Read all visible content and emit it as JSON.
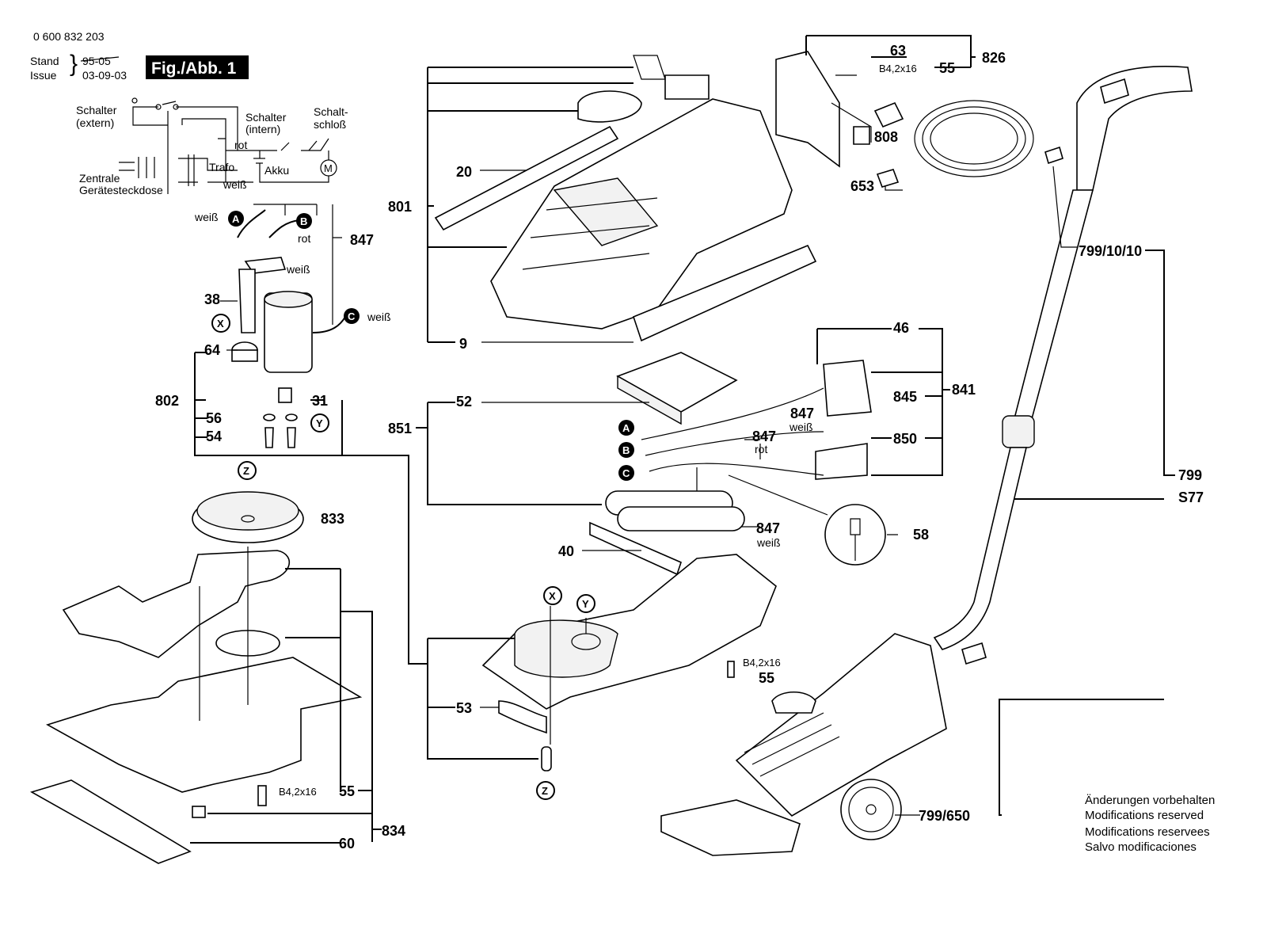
{
  "header": {
    "doc_number": "0 600 832 203",
    "stand_label": "Stand",
    "issue_label": "Issue",
    "old_date": "95-05",
    "issue_date": "03-09-03",
    "figure_label": "Fig./Abb. 1"
  },
  "schematic": {
    "switch_external": "Schalter",
    "switch_external_sub": "(extern)",
    "switch_internal": "Schalter",
    "switch_internal_sub": "(intern)",
    "key_switch": "Schalt-",
    "key_switch_sub": "schloß",
    "wire_rot": "rot",
    "transformer": "Trafo",
    "battery": "Akku",
    "wire_weiss": "weiß",
    "socket_line1": "Zentrale",
    "socket_line2": "Gerätesteckdose",
    "motor_symbol": "M"
  },
  "wire_labels": {
    "weiss": "weiß",
    "rot": "rot"
  },
  "markers": {
    "A": "A",
    "B": "B",
    "C": "C",
    "X": "X",
    "Y": "Y",
    "Z": "Z"
  },
  "parts": {
    "p9": "9",
    "p20": "20",
    "p31": "31",
    "p38": "38",
    "p40": "40",
    "p46": "46",
    "p52": "52",
    "p53": "53",
    "p54": "54",
    "p55": "55",
    "p56": "56",
    "p58": "58",
    "p60": "60",
    "p63": "63",
    "p64": "64",
    "p653": "653",
    "p799": "799",
    "pS77": "S77",
    "p799_10_10": "799/10/10",
    "p799_650": "799/650",
    "p801": "801",
    "p802": "802",
    "p808": "808",
    "p826": "826",
    "p833": "833",
    "p834": "834",
    "p841": "841",
    "p845": "845",
    "p847": "847",
    "p850": "850",
    "p851": "851",
    "screw": "B4,2x16"
  },
  "notes": [
    "Änderungen vorbehalten",
    "Modifications reserved",
    "Modifications reservees",
    "Salvo modificaciones"
  ]
}
